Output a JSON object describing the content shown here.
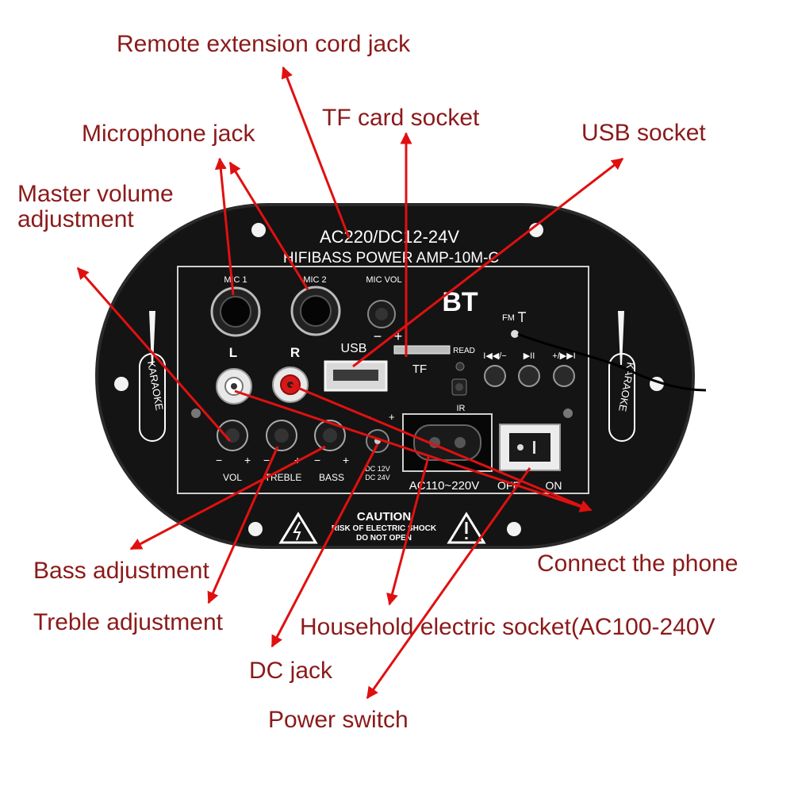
{
  "callouts": {
    "remote_extension": "Remote extension cord jack",
    "tf_card_socket": "TF card socket",
    "microphone_jack": "Microphone jack",
    "usb_socket": "USB socket",
    "master_volume_line1": "Master volume",
    "master_volume_line2": "adjustment",
    "bass_adjustment": "Bass adjustment",
    "treble_adjustment": "Treble adjustment",
    "dc_jack": "DC jack",
    "household_socket": "Household electric socket(AC100-240V",
    "connect_phone": "Connect the phone",
    "power_switch": "Power switch"
  },
  "panel": {
    "model_line1": "AC220/DC12-24V",
    "model_line2": "HIFIBASS POWER AMP-10M-C",
    "mic1": "MIC 1",
    "mic2": "MIC 2",
    "mic_vol": "MIC VOL",
    "bt": "BT",
    "fm": "FM",
    "usb": "USB",
    "tf": "TF",
    "read": "READ",
    "ir": "IR",
    "left": "L",
    "right": "R",
    "minus": "−",
    "plus": "+",
    "btn_prev": "I◀◀/−",
    "btn_play": "▶II",
    "btn_next": "+/▶▶I",
    "vol": "VOL",
    "treble": "TREBLE",
    "bass": "BASS",
    "dc_line1": "DC 12V",
    "dc_line2": "DC 24V",
    "ac_range": "AC110~220V",
    "off": "OFF",
    "on": "ON",
    "karaoke": "KARAOKE",
    "caution": "CAUTION",
    "risk": "RISK OF ELECTRIC SHOCK",
    "do_not_open": "DO NOT OPEN"
  },
  "colors": {
    "arrow": "#e01010",
    "callout_text": "#8b1a1a",
    "panel": "#141414"
  }
}
